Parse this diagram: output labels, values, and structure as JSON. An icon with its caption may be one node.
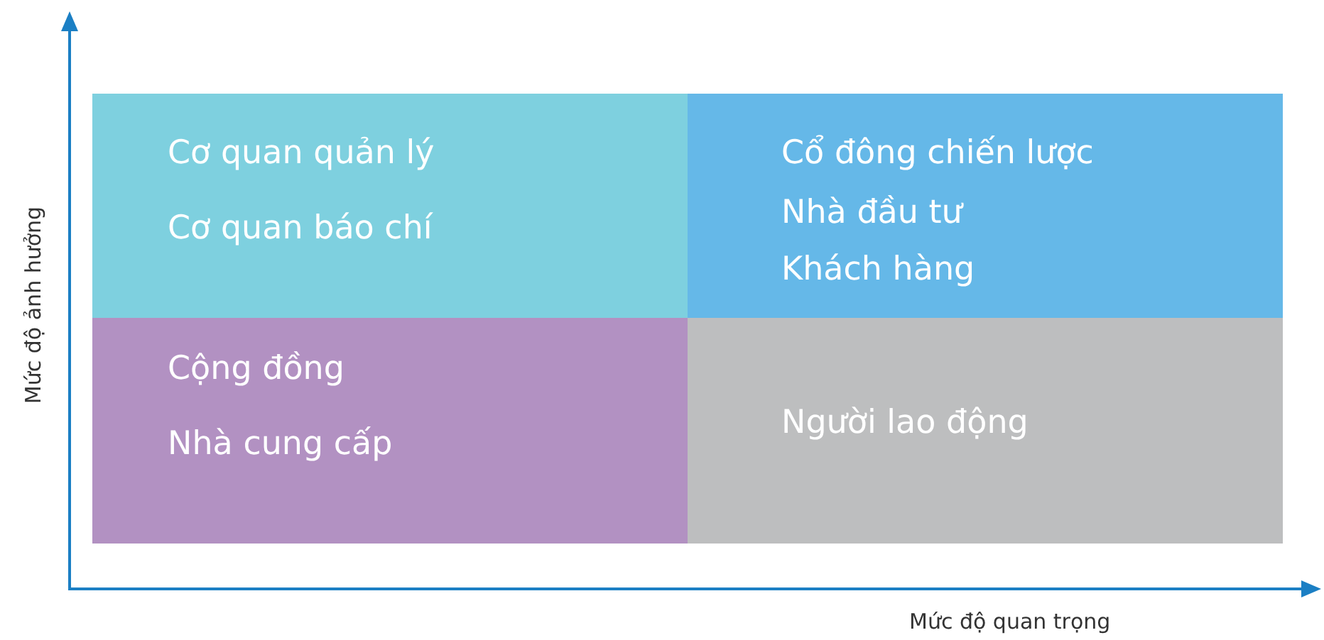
{
  "diagram": {
    "nodes": [
      {
        "text": [
          "Cơ quan quản lý",
          "Cơ quan báo chí"
        ]
      },
      {
        "text": [
          "Cổ đông chiến lược",
          "Nhà đầu tư",
          "Khách hàng"
        ]
      },
      {
        "text": [
          "Cộng đồng",
          "Nhà cung cấp"
        ]
      },
      {
        "text": [
          "Người lao động"
        ]
      }
    ],
    "labels": [
      "Mức độ ảnh hưởng",
      "Mức độ quan trọng"
    ]
  }
}
